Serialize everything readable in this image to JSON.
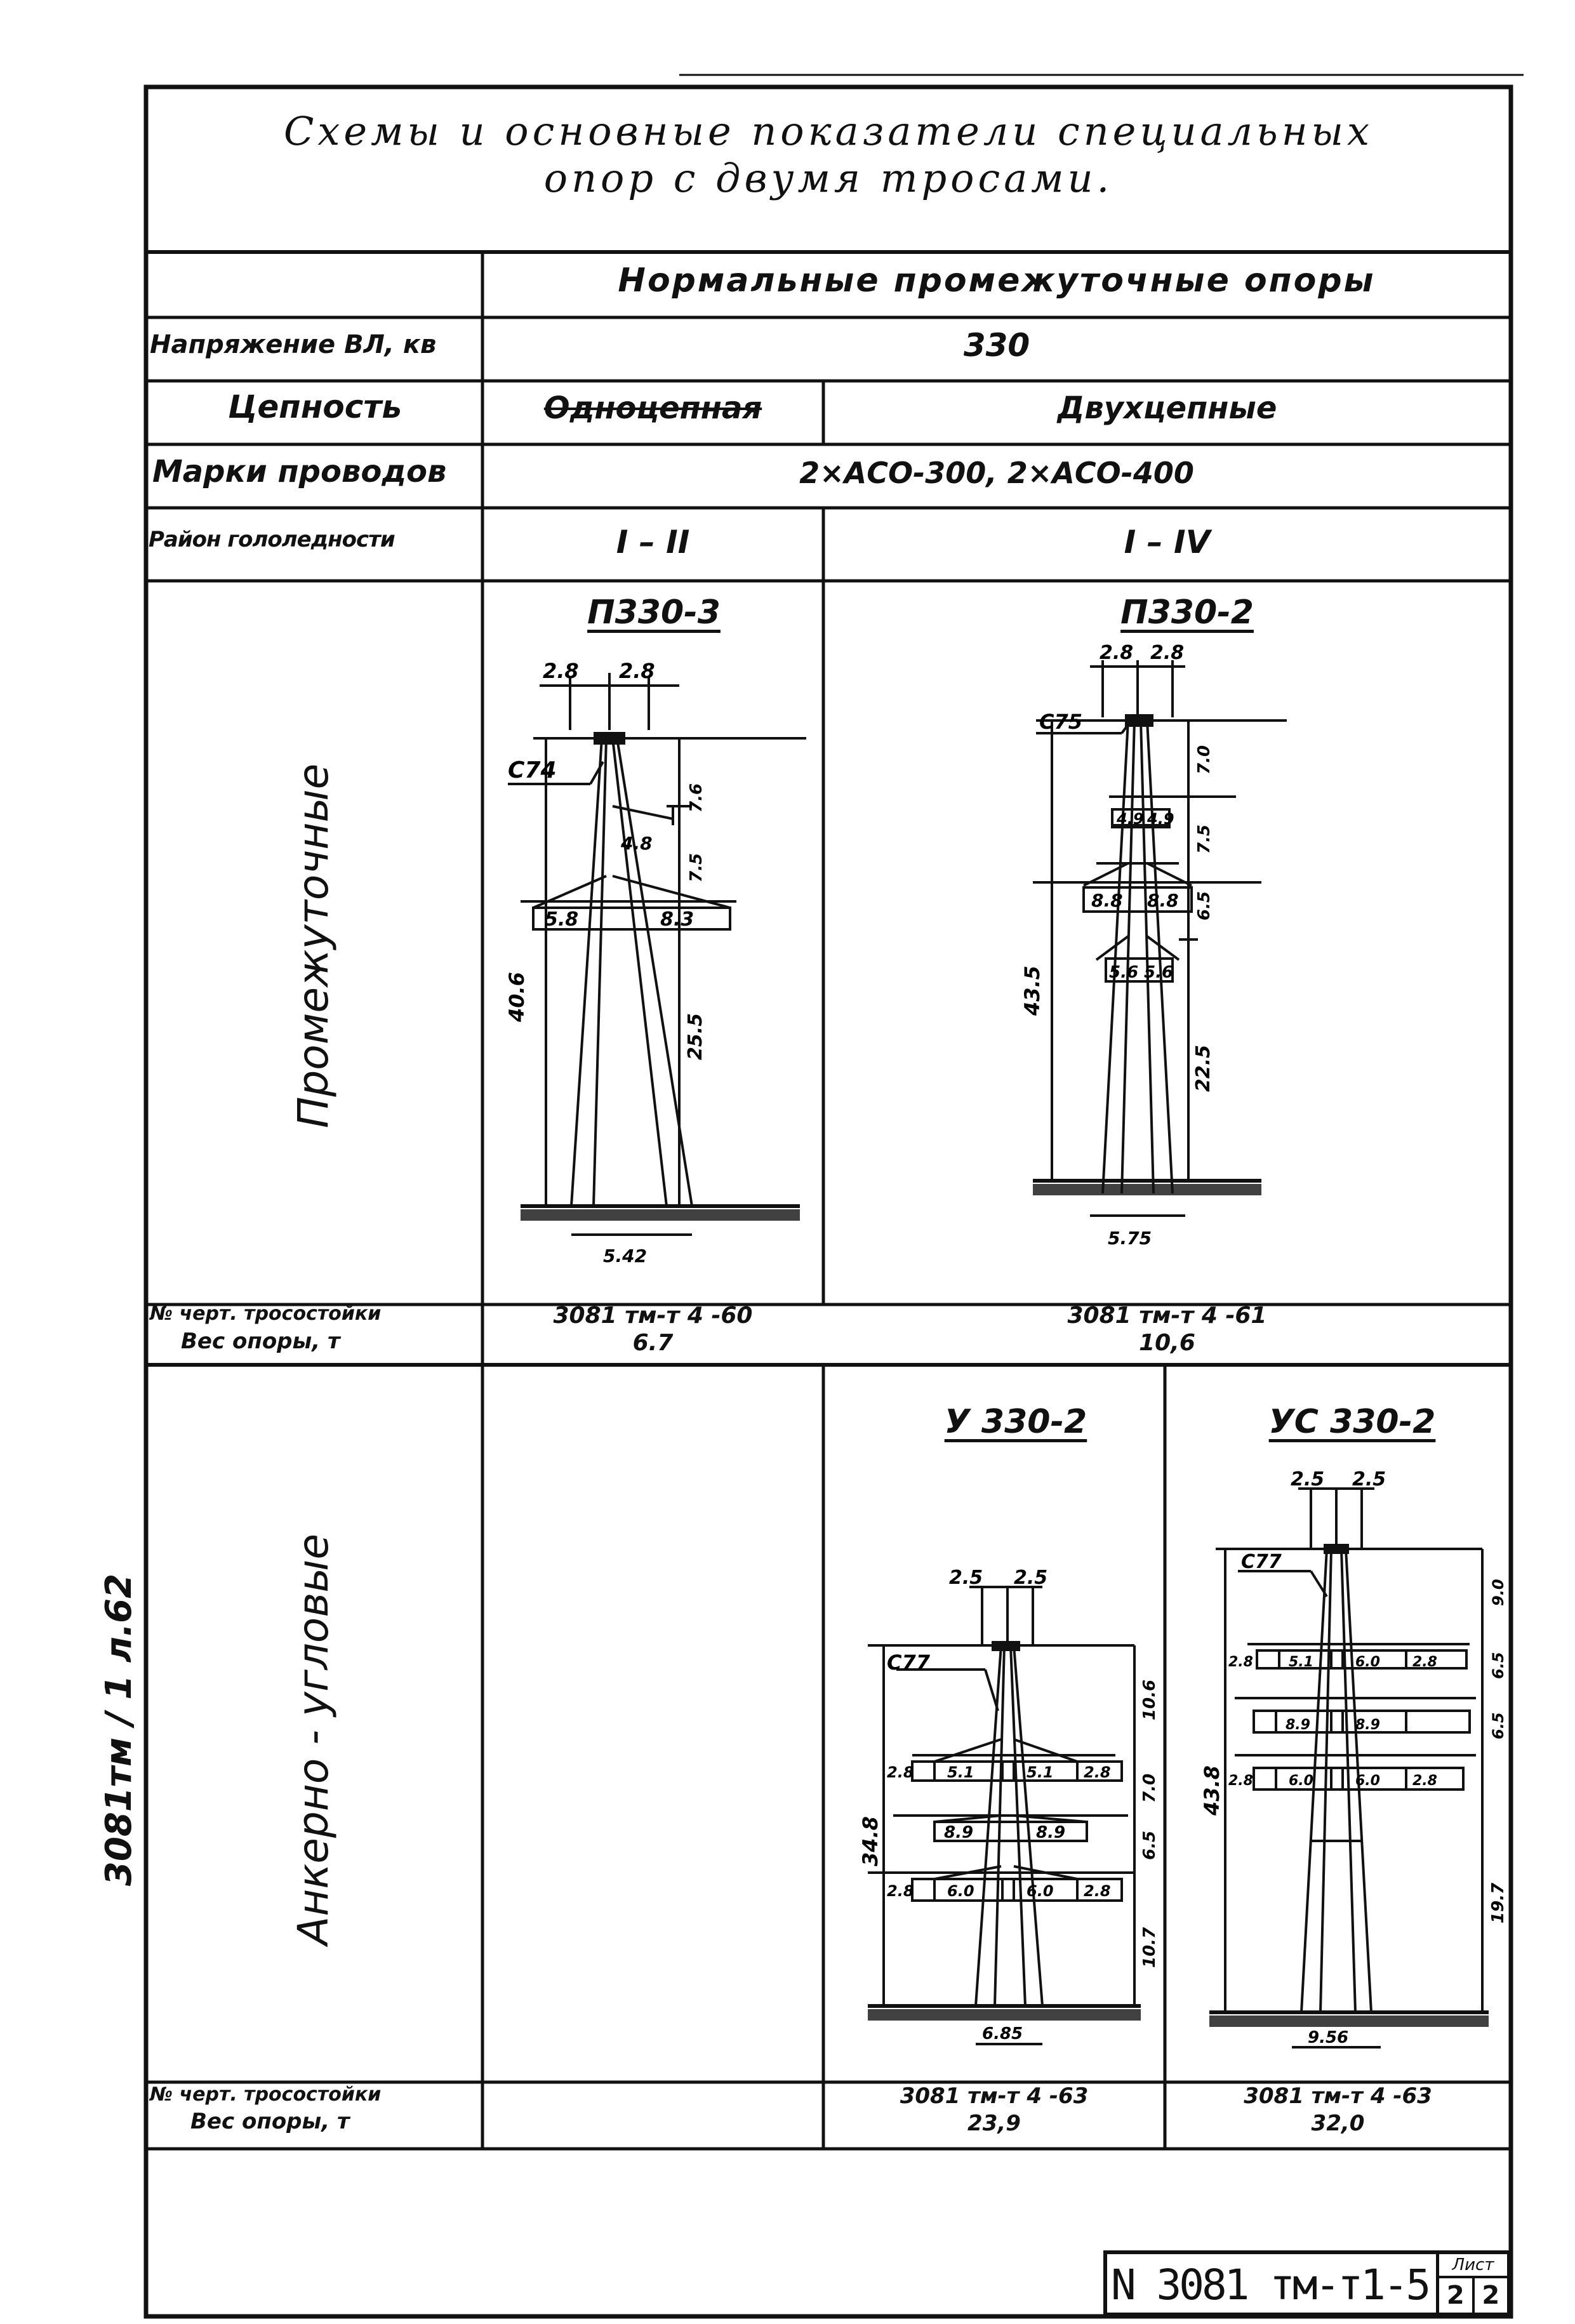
{
  "title": {
    "line1": "Схемы и основные показатели специальных",
    "line2": "опор с двумя тросами."
  },
  "header_row": "Нормальные промежуточные опоры",
  "rows": {
    "voltage": {
      "label": "Напряжение ВЛ, кв",
      "value": "330"
    },
    "circuit": {
      "label": "Цепность",
      "single": "Одноцепная",
      "double": "Двухцепные"
    },
    "wires": {
      "label": "Марки проводов",
      "value": "2×АСО-300, 2×АСО-400"
    },
    "ice": {
      "label": "Район гололедности",
      "single": "I – II",
      "double": "I – IV"
    }
  },
  "sections": {
    "intermediate": {
      "label": "Промежуточные",
      "towers": [
        {
          "name": "П330-3",
          "dims": {
            "top_left": "2.8",
            "top_right": "2.8",
            "cable": "С74",
            "arm_upper": "4.8",
            "arm_lower_left": "5.8",
            "arm_lower_right": "8.3",
            "h_total": "40.6",
            "h1": "7.6",
            "h2": "7.5",
            "h3": "25.5",
            "base": "5.42"
          }
        },
        {
          "name": "П330-2",
          "dims": {
            "top_left": "2.8",
            "top_right": "2.8",
            "cable": "С75",
            "arm1_left": "4.9",
            "arm1_right": "4.9",
            "arm2_left": "8.8",
            "arm2_right": "8.8",
            "arm3_left": "5.6",
            "arm3_right": "5.6",
            "h_total": "43.5",
            "h1": "7.0",
            "h2": "7.5",
            "h3": "6.5",
            "h4": "22.5",
            "base": "5.75"
          }
        }
      ],
      "footer": {
        "label_line1": "№ черт. тросостойки",
        "label_line2": "Вес опоры, т",
        "single_drawing": "3081 тм-т 4 -60",
        "single_weight": "6.7",
        "double_drawing": "3081 тм-т 4 -61",
        "double_weight": "10,6"
      }
    },
    "anchor": {
      "label": "Анкерно - угловые",
      "towers": [
        {
          "name": "У 330-2",
          "dims": {
            "top_left": "2.5",
            "top_right": "2.5",
            "cable": "С77",
            "a_left": "2.8",
            "a1": "5.1",
            "a2": "5.1",
            "a_right": "2.8",
            "b1": "8.9",
            "b2": "8.9",
            "c_left": "2.8",
            "c1": "6.0",
            "c2": "6.0",
            "c_right": "2.8",
            "h_total": "34.8",
            "h1": "10.6",
            "h2": "7.0",
            "h3": "6.5",
            "h4": "10.7",
            "base": "6.85"
          }
        },
        {
          "name": "УС 330-2",
          "dims": {
            "top_left": "2.5",
            "top_right": "2.5",
            "cable": "С77",
            "a_left": "2.8",
            "a1": "5.1",
            "a2": "6.0",
            "a_right": "2.8",
            "b1": "8.9",
            "b2": "8.9",
            "c_left": "2.8",
            "c1": "6.0",
            "c2": "6.0",
            "c_right": "2.8",
            "h_total": "43.8",
            "h1": "9.0",
            "h2": "6.5",
            "h3": "6.5",
            "h4": "19.7",
            "base": "9.56"
          }
        }
      ],
      "footer": {
        "label_line1": "№ черт. тросостойки",
        "label_line2": "Вес опоры, т",
        "u_drawing": "3081 тм-т 4 -63",
        "u_weight": "23,9",
        "us_drawing": "3081 тм-т 4 -63",
        "us_weight": "32,0"
      }
    }
  },
  "side_note": "3081тм / 1 л.62",
  "stamp": {
    "number": "N 3081 тм-т1-5",
    "sheet_label": "Лист",
    "sheet": "2",
    "sheets": "2"
  }
}
